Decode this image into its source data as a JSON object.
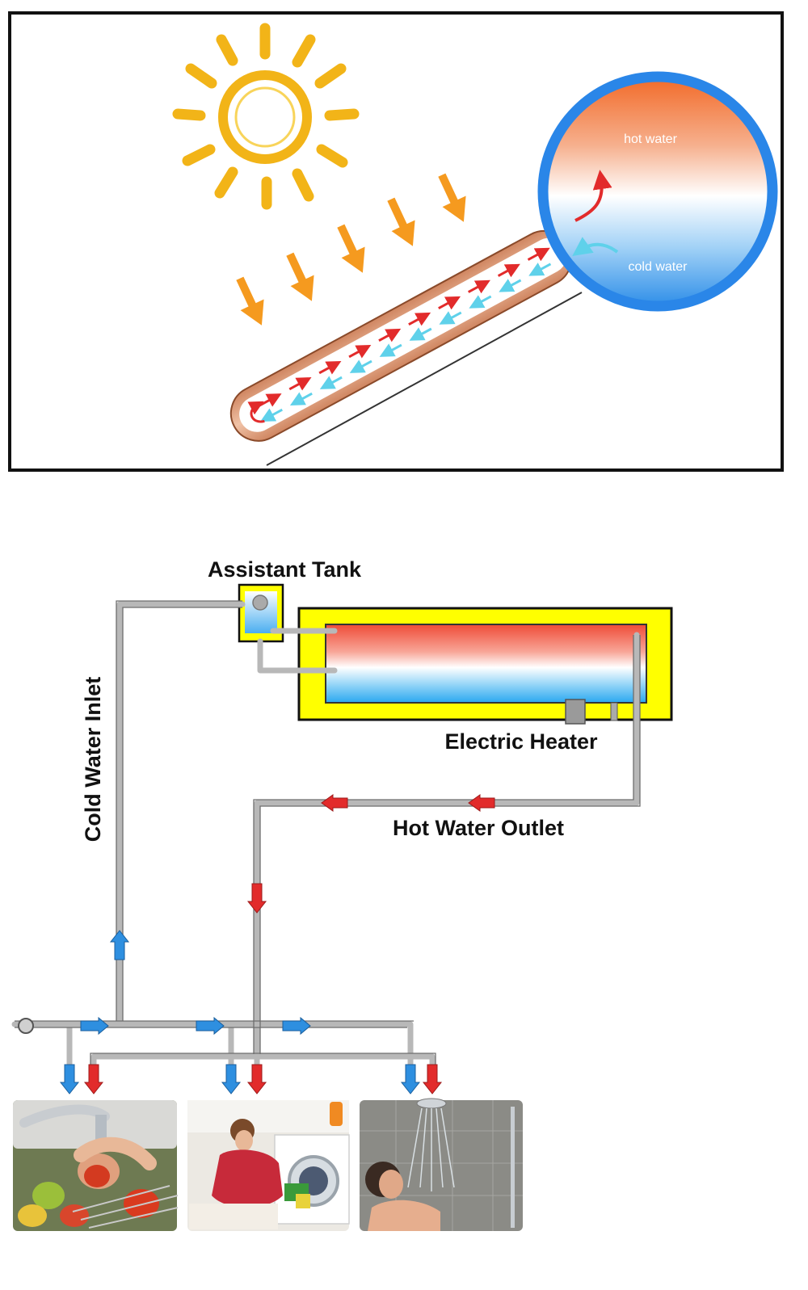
{
  "top_panel": {
    "sphere_labels": {
      "hot": "hot water",
      "cold": "cold water"
    }
  },
  "bottom_panel": {
    "labels": {
      "assistant_tank": "Assistant Tank",
      "electric_heater": "Electric Heater",
      "hot_water_outlet": "Hot Water Outlet",
      "cold_water_inlet": "Cold Water Inlet"
    },
    "photos": [
      {
        "name": "kitchen-sink-photo",
        "scene": "washing-fruit"
      },
      {
        "name": "laundry-photo",
        "scene": "washing-machine"
      },
      {
        "name": "shower-photo",
        "scene": "shower"
      }
    ]
  },
  "colors": {
    "sun": "#f2b418",
    "ray_arrow": "#f59a1f",
    "hot": "#e53a2b",
    "cold": "#2e8fe0",
    "cyan_flow": "#5fd1ea",
    "tank_frame": "#ffff00",
    "pipe": "#b8b8b8",
    "sphere_border": "#2a86e8"
  }
}
